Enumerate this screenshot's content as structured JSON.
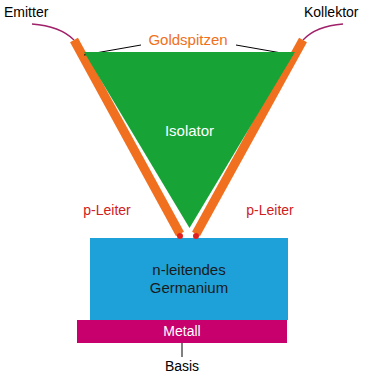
{
  "diagram": {
    "nodes": [
      {
        "text": [
          "Isolator"
        ]
      },
      {
        "text": [
          "n-leitendes Germanium"
        ]
      },
      {
        "text": [
          "Metall"
        ]
      }
    ],
    "labels": [
      "Emitter",
      "Kollektor",
      "Goldspitzen",
      "p-Leiter",
      "p-Leiter",
      "Basis"
    ]
  }
}
